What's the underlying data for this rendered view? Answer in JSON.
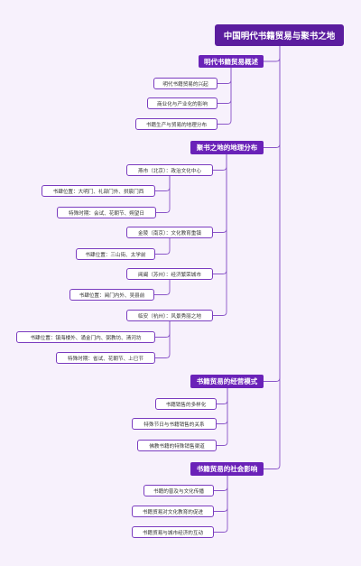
{
  "root": {
    "label": "中国明代书籍贸易与聚书之地"
  },
  "sections": [
    {
      "label": "明代书籍贸易概述",
      "items": [
        {
          "label": "明代书籍贸易的兴起"
        },
        {
          "label": "商业化与产业化的影响"
        },
        {
          "label": "书籍生产与贸易的地理分布"
        }
      ]
    },
    {
      "label": "聚书之地的地理分布",
      "items": [
        {
          "label": "燕市（北京）：政治文化中心",
          "children": [
            {
              "label": "书肆位置：大明门、礼部门外、拱宸门西"
            },
            {
              "label": "特殊时期：会试、花朝节、朔望日"
            }
          ]
        },
        {
          "label": "金陵（南京）：文化教育重镇",
          "children": [
            {
              "label": "书肆位置：三山街、太学前"
            }
          ]
        },
        {
          "label": "阊阖（苏州）：经济繁荣城市",
          "children": [
            {
              "label": "书肆位置：阊门内外、吴县前"
            }
          ]
        },
        {
          "label": "临安（杭州）：风景秀丽之地",
          "children": [
            {
              "label": "书肆位置：镇海楼外、涌金门内、弼教坊、清河坊"
            },
            {
              "label": "特殊时期：省试、花朝节、上巳节"
            }
          ]
        }
      ]
    },
    {
      "label": "书籍贸易的经营模式",
      "items": [
        {
          "label": "书籍销售的多样化"
        },
        {
          "label": "特殊节日与书籍销售的关系"
        },
        {
          "label": "佛教书籍的特殊销售渠道"
        }
      ]
    },
    {
      "label": "书籍贸易的社会影响",
      "items": [
        {
          "label": "书籍的普及与文化传播"
        },
        {
          "label": "书籍贸易对文化教育的促进"
        },
        {
          "label": "书籍贸易与城市经济的互动"
        }
      ]
    }
  ],
  "colors": {
    "root": "#5b1d9e",
    "section": "#6a22b8",
    "leaf_border": "#7a3bbf",
    "line": "#8a55c8",
    "background": "#f7f1fc"
  }
}
